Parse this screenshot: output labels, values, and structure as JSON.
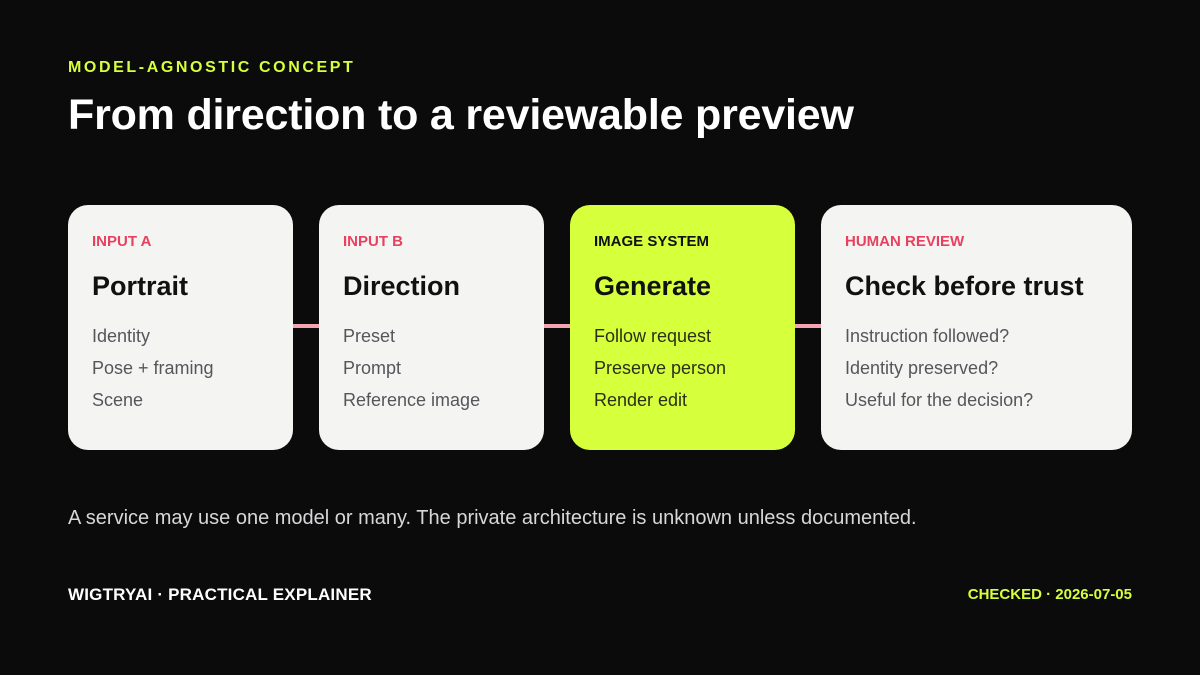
{
  "header": {
    "eyebrow": "MODEL-AGNOSTIC CONCEPT",
    "title": "From direction to a reviewable preview"
  },
  "cards": [
    {
      "tag": "INPUT A",
      "title": "Portrait",
      "items": [
        "Identity",
        "Pose + framing",
        "Scene"
      ]
    },
    {
      "tag": "INPUT B",
      "title": "Direction",
      "items": [
        "Preset",
        "Prompt",
        "Reference image"
      ]
    },
    {
      "tag": "IMAGE SYSTEM",
      "title": "Generate",
      "items": [
        "Follow request",
        "Preserve person",
        "Render edit"
      ]
    },
    {
      "tag": "HUMAN REVIEW",
      "title": "Check before trust",
      "items": [
        "Instruction followed?",
        "Identity preserved?",
        "Useful for the decision?"
      ]
    }
  ],
  "note": "A service may use one model or many. The private architecture is unknown unless documented.",
  "footer": {
    "left": "WIGTRYAI · PRACTICAL EXPLAINER",
    "right": "CHECKED · 2026-07-05"
  },
  "colors": {
    "background": "#0b0b0c",
    "accent": "#d6ff3c",
    "tag": "#e8415f",
    "card": "#f4f4f3",
    "connector": "#f5a3b2"
  }
}
